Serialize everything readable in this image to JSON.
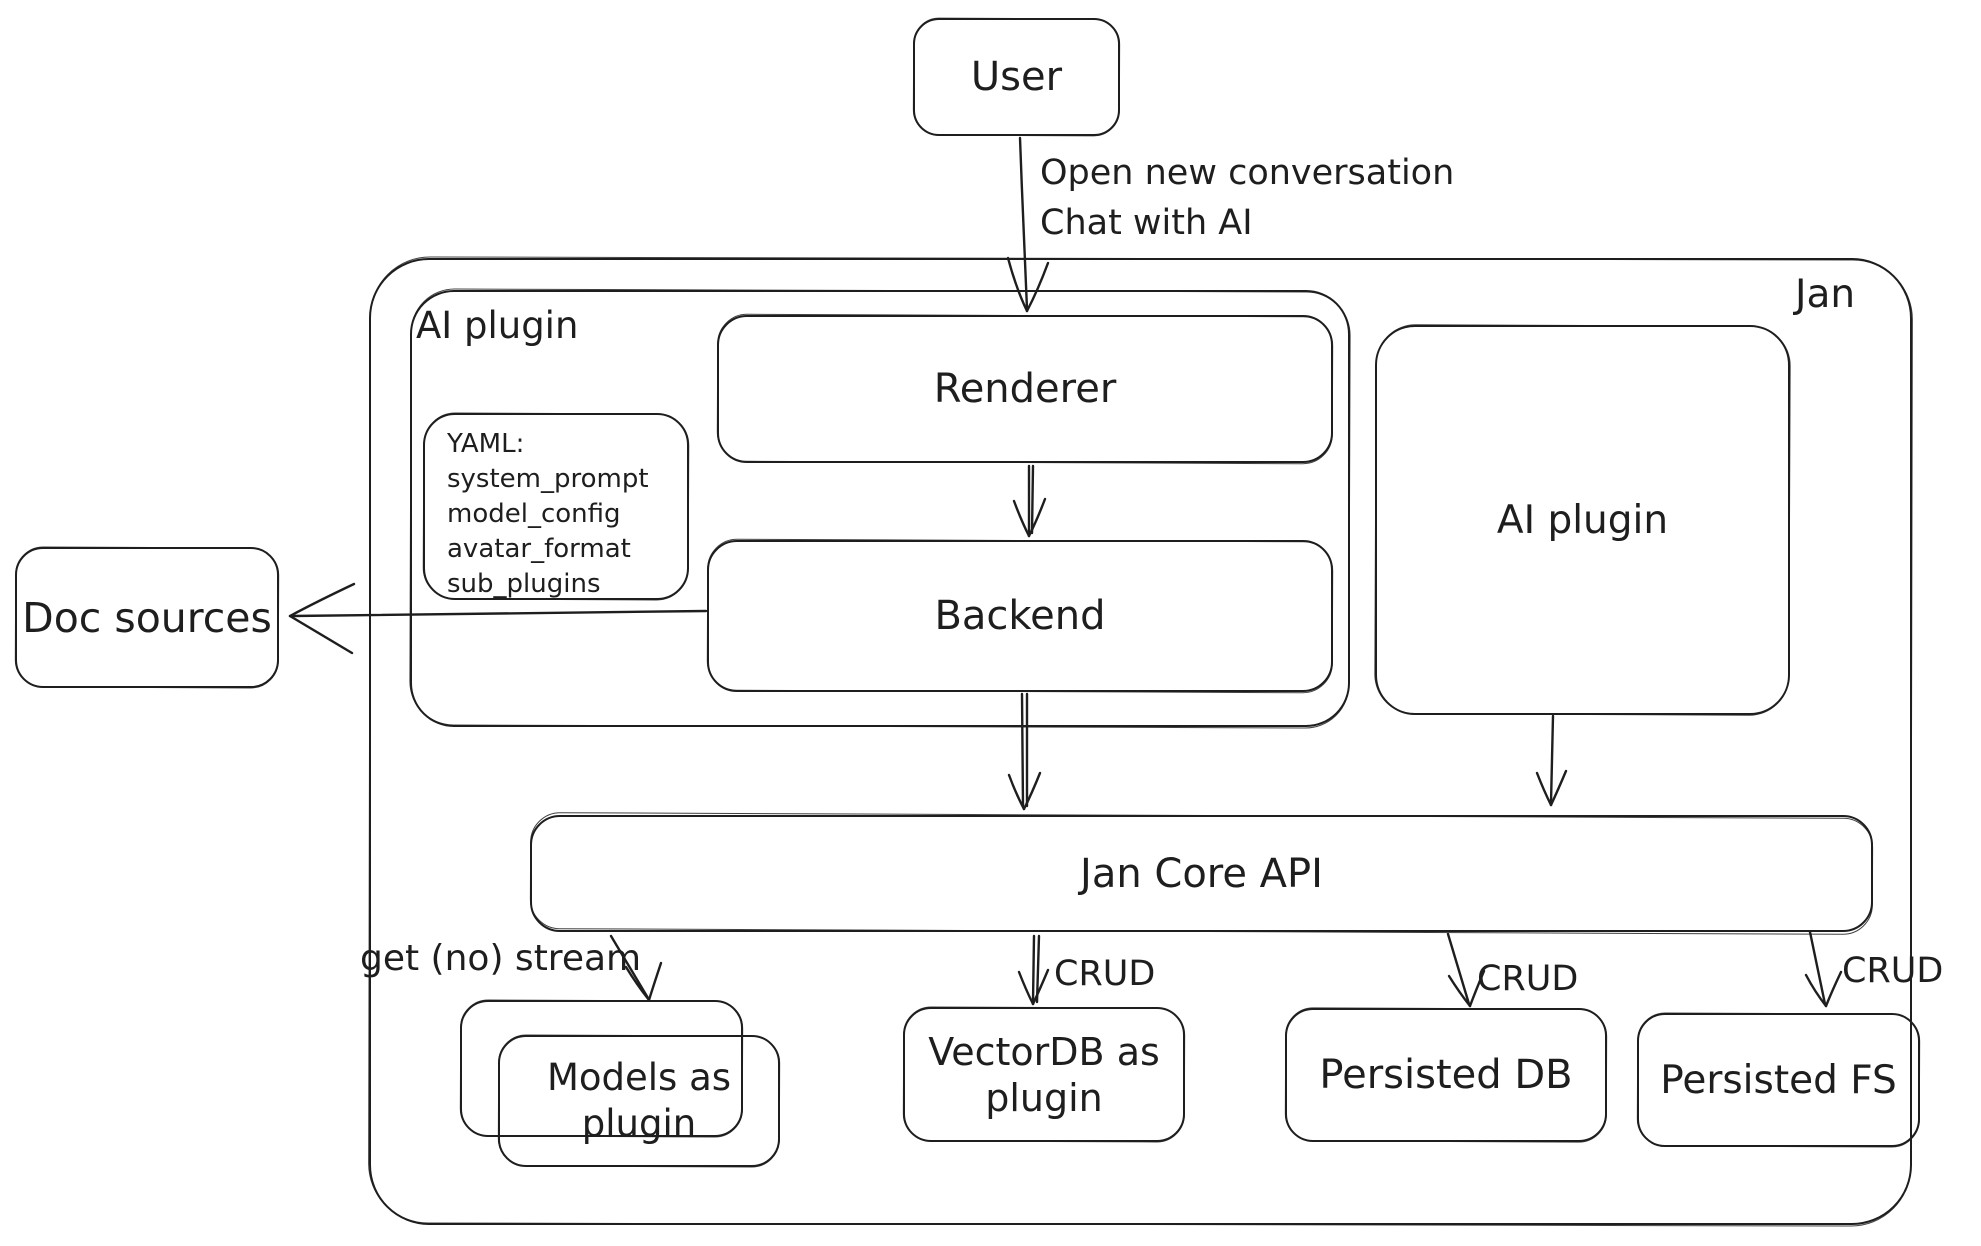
{
  "colors": {
    "stroke": "#1e1e1e",
    "canvas": "#ffffff"
  },
  "nodes": {
    "user": {
      "label": "User"
    },
    "jan_container": {
      "label": "Jan"
    },
    "ai_plugin_left": {
      "label": "AI plugin"
    },
    "renderer": {
      "label": "Renderer"
    },
    "backend": {
      "label": "Backend"
    },
    "yaml_note": {
      "heading": "YAML:",
      "items": [
        "system_prompt",
        "model_config",
        "avatar_format",
        "sub_plugins"
      ]
    },
    "doc_sources": {
      "label": "Doc sources"
    },
    "ai_plugin_right": {
      "label": "AI plugin"
    },
    "jan_core_api": {
      "label": "Jan Core API"
    },
    "models_as_plugin": {
      "label": "Models as plugin"
    },
    "vectordb_as_plugin": {
      "label": "VectorDB as plugin"
    },
    "persisted_db": {
      "label": "Persisted DB"
    },
    "persisted_fs": {
      "label": "Persisted FS"
    }
  },
  "edges": {
    "user_to_renderer": {
      "label_lines": [
        "Open new conversation",
        "Chat with AI"
      ]
    },
    "api_to_models": {
      "label": "get (no) stream"
    },
    "api_to_vectordb": {
      "label": "CRUD"
    },
    "api_to_persisted_db": {
      "label": "CRUD"
    },
    "api_to_persisted_fs": {
      "label": "CRUD"
    }
  }
}
